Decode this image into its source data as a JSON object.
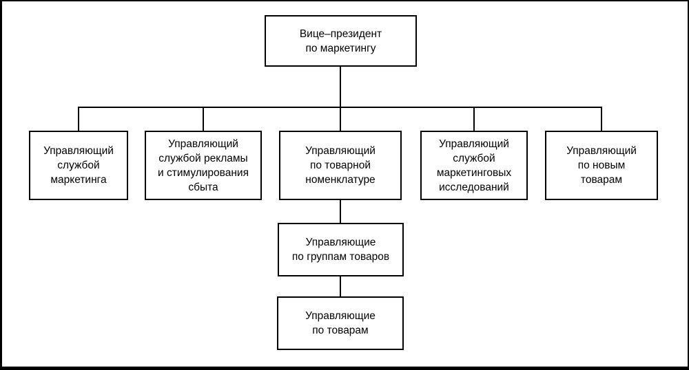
{
  "diagram": {
    "type": "org-chart",
    "colors": {
      "line": "#000000",
      "box_border": "#000000",
      "background": "#ffffff",
      "text": "#000000"
    },
    "nodes": {
      "vp": {
        "label": "Вице–президент\nпо маркетингу"
      },
      "marketing_service": {
        "label": "Управляющий\nслужбой\nмаркетинга"
      },
      "advertising_promo": {
        "label": "Управляющий\nслужбой рекламы\nи стимулирования\nсбыта"
      },
      "product_nomenclature": {
        "label": "Управляющий\nпо товарной\nноменклатуре"
      },
      "marketing_research": {
        "label": "Управляющий\nслужбой\nмаркетинговых\nисследований"
      },
      "new_products": {
        "label": "Управляющий\nпо новым\nтоварам"
      },
      "product_groups": {
        "label": "Управляющие\nпо группам товаров"
      },
      "products": {
        "label": "Управляющие\nпо товарам"
      }
    }
  }
}
